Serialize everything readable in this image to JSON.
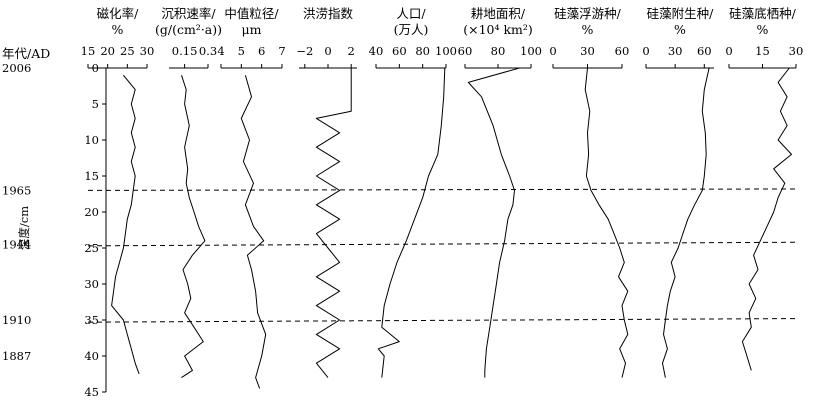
{
  "chart_data": {
    "type": "line",
    "orientation": "vertical-depth-profile",
    "y_axis": {
      "label": "深度/cm",
      "range": [
        0,
        45
      ],
      "ticks": [
        0,
        5,
        10,
        15,
        20,
        25,
        30,
        35,
        40,
        45
      ],
      "inverted": true
    },
    "age_axis": {
      "header": "年代/AD",
      "labels": [
        {
          "text": "2006",
          "depth": 0
        },
        {
          "text": "1965",
          "depth": 17
        },
        {
          "text": "1944",
          "depth": 24.5
        },
        {
          "text": "1910",
          "depth": 35
        },
        {
          "text": "1887",
          "depth": 40
        }
      ]
    },
    "boundaries": [
      {
        "depth_start": 17,
        "depth_end": 16.8
      },
      {
        "depth_start": 24.7,
        "depth_end": 24.2
      },
      {
        "depth_start": 35.3,
        "depth_end": 34.8
      }
    ],
    "panels": [
      {
        "title": [
          "磁化率/",
          "%"
        ],
        "range": [
          15,
          30
        ],
        "ticks": [
          15,
          20,
          25,
          30
        ],
        "depth": [
          1,
          3,
          5,
          7,
          9,
          11,
          13,
          15,
          17,
          19,
          21,
          23,
          25,
          27,
          29,
          31,
          33,
          35,
          37,
          39,
          41,
          42.5
        ],
        "values": [
          24,
          27,
          26,
          27,
          26,
          27,
          26,
          27,
          26.5,
          26,
          25,
          24.5,
          24,
          23,
          22,
          21.5,
          21,
          24,
          25,
          26,
          27,
          28
        ]
      },
      {
        "title": [
          "沉积速率/",
          "(g/(cm²·a))"
        ],
        "range": [
          0.05,
          0.3
        ],
        "ticks": [
          0.15,
          0.3
        ],
        "tick_labels": [
          "0.15",
          "0.3"
        ],
        "depth": [
          1,
          3,
          5,
          8,
          11,
          14,
          16,
          18,
          20,
          22,
          24,
          26,
          28,
          30,
          32,
          34,
          36,
          38,
          40,
          42,
          43
        ],
        "values": [
          0.13,
          0.16,
          0.15,
          0.18,
          0.15,
          0.17,
          0.16,
          0.18,
          0.21,
          0.24,
          0.28,
          0.2,
          0.14,
          0.17,
          0.19,
          0.15,
          0.21,
          0.27,
          0.15,
          0.2,
          0.13
        ]
      },
      {
        "title": [
          "中值粒径/",
          "μm"
        ],
        "range": [
          4,
          7
        ],
        "ticks": [
          4,
          5,
          6,
          7
        ],
        "depth": [
          1,
          4,
          7,
          10,
          13,
          16,
          19,
          22,
          24,
          26,
          28,
          31,
          34,
          37,
          40,
          43,
          44.5
        ],
        "values": [
          5.2,
          5.5,
          5.0,
          5.4,
          5.1,
          5.6,
          5.2,
          5.6,
          6.1,
          5.3,
          5.5,
          5.7,
          5.8,
          6.2,
          6.0,
          5.7,
          5.9
        ]
      },
      {
        "title": [
          "洪涝指数"
        ],
        "range": [
          -2.5,
          2.5
        ],
        "ticks": [
          -2,
          0,
          2
        ],
        "tick_labels": [
          "−2",
          "0",
          "2"
        ],
        "depth": [
          0,
          6,
          7,
          9,
          11,
          13,
          15,
          17,
          19,
          21,
          23,
          25,
          27,
          29,
          31,
          33,
          35,
          37,
          39,
          41,
          43
        ],
        "values": [
          2,
          2,
          -1,
          1,
          -1,
          1,
          -1,
          1,
          -1,
          1,
          -1,
          0,
          1,
          -1,
          1,
          -1,
          1,
          -1,
          1,
          -1,
          0
        ]
      },
      {
        "title": [
          "人口/",
          "(万人)"
        ],
        "range": [
          40,
          100
        ],
        "ticks": [
          40,
          60,
          80,
          100
        ],
        "depth": [
          0,
          4,
          8,
          12,
          15,
          18,
          21,
          24,
          27,
          30,
          33,
          36,
          38,
          39,
          40,
          43
        ],
        "values": [
          99,
          98,
          96,
          93,
          85,
          80,
          73,
          66,
          58,
          52,
          47,
          45,
          60,
          42,
          47,
          45
        ]
      },
      {
        "title": [
          "耕地面积/",
          "(×10⁴ km²)"
        ],
        "range": [
          60,
          100
        ],
        "ticks": [
          60,
          80,
          100
        ],
        "depth": [
          0,
          2,
          4,
          8,
          12,
          15,
          17,
          19,
          21,
          24,
          27,
          30,
          33,
          36,
          39,
          42,
          43
        ],
        "values": [
          93,
          62,
          70,
          77,
          82,
          87,
          90,
          89,
          86,
          84,
          81,
          79,
          77,
          75,
          73,
          72,
          72
        ]
      },
      {
        "title": [
          "硅藻浮游种/",
          "%"
        ],
        "range": [
          0,
          60
        ],
        "ticks": [
          0,
          30,
          60
        ],
        "depth": [
          0,
          3,
          6,
          9,
          12,
          15,
          17,
          19,
          21,
          23,
          25,
          27,
          29,
          31,
          33,
          35,
          37,
          39,
          41,
          43
        ],
        "values": [
          30,
          28,
          32,
          30,
          31,
          29,
          33,
          40,
          48,
          53,
          58,
          62,
          57,
          65,
          60,
          62,
          65,
          58,
          63,
          60
        ]
      },
      {
        "title": [
          "硅藻附生种/",
          "%"
        ],
        "range": [
          0,
          70
        ],
        "ticks": [
          0,
          30,
          60
        ],
        "depth": [
          0,
          3,
          6,
          9,
          12,
          15,
          17,
          19,
          21,
          23,
          25,
          27,
          29,
          31,
          33,
          35,
          37,
          39,
          41,
          43
        ],
        "values": [
          65,
          60,
          58,
          61,
          62,
          60,
          58,
          50,
          43,
          38,
          33,
          26,
          30,
          25,
          22,
          20,
          18,
          22,
          17,
          20
        ]
      },
      {
        "title": [
          "硅藻底栖种/",
          "%"
        ],
        "range": [
          0,
          30
        ],
        "ticks": [
          0,
          15,
          30
        ],
        "depth": [
          0,
          2,
          4,
          6,
          8,
          10,
          12,
          14,
          16,
          18,
          20,
          22,
          24,
          26,
          28,
          30,
          32,
          34,
          36,
          38,
          40,
          42
        ],
        "values": [
          27,
          22,
          26,
          23,
          26,
          22,
          28,
          20,
          25,
          22,
          20,
          17,
          14,
          11,
          13,
          9,
          12,
          9,
          10,
          6,
          8,
          10
        ]
      }
    ]
  }
}
